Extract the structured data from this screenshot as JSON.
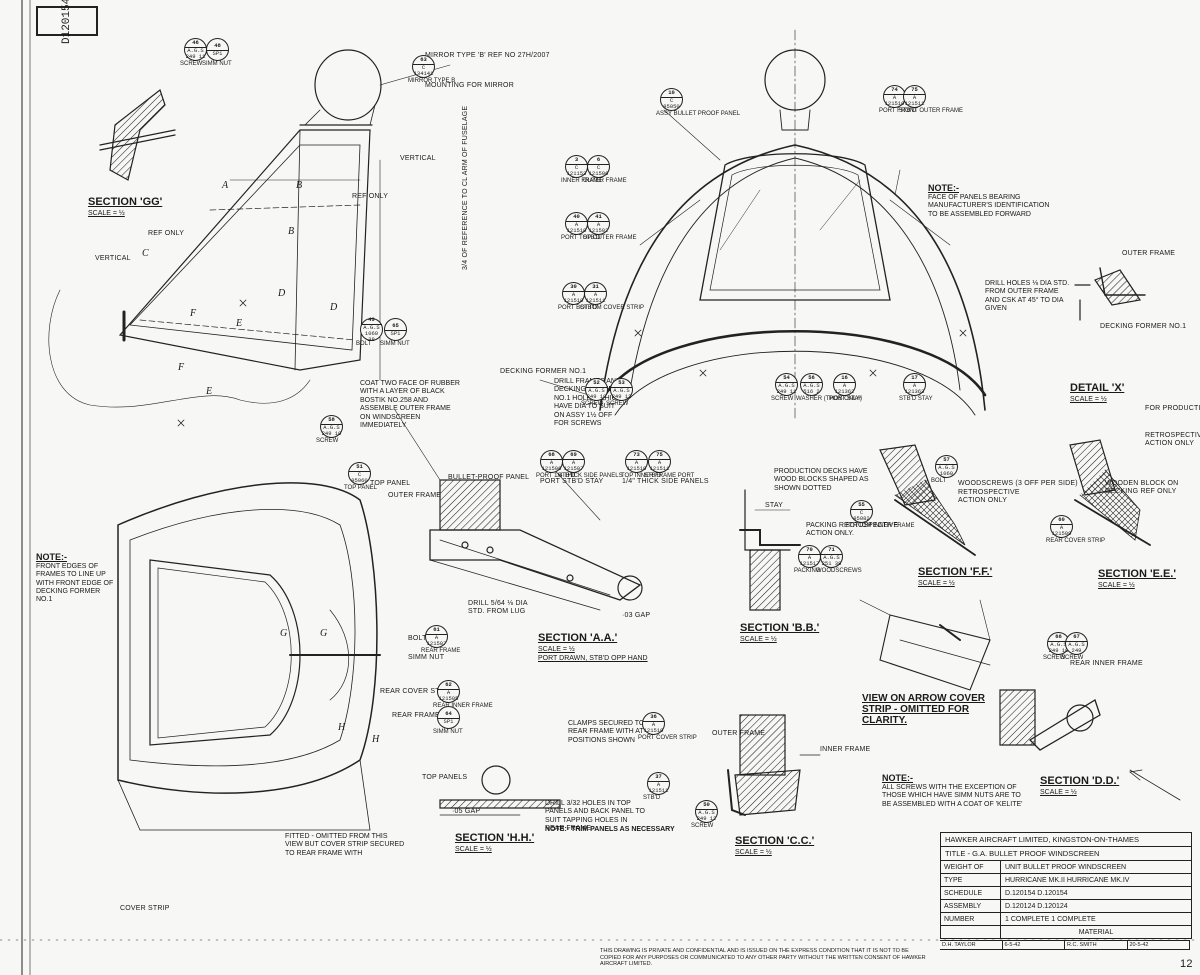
{
  "drawing_number": "D120154",
  "sections": [
    {
      "id": "sec-gg",
      "title": "SECTION 'GG'",
      "scale": "SCALE = ½"
    },
    {
      "id": "sec-aa",
      "title": "SECTION 'A.A.'",
      "scale": "SCALE = ½",
      "note": "PORT DRAWN, STB'D OPP HAND"
    },
    {
      "id": "sec-bb",
      "title": "SECTION 'B.B.'",
      "scale": "SCALE = ½"
    },
    {
      "id": "sec-cc",
      "title": "SECTION 'C.C.'",
      "scale": "SCALE = ½"
    },
    {
      "id": "sec-hh",
      "title": "SECTION 'H.H.'",
      "scale": "SCALE = ½"
    },
    {
      "id": "sec-ff",
      "title": "SECTION 'F.F.'",
      "scale": "SCALE = ½"
    },
    {
      "id": "sec-ee",
      "title": "SECTION 'E.E.'",
      "scale": "SCALE = ½"
    },
    {
      "id": "sec-dd",
      "title": "SECTION 'D.D.'",
      "scale": "SCALE = ½"
    },
    {
      "id": "detail-x",
      "title": "DETAIL 'X'",
      "scale": "SCALE = ½"
    }
  ],
  "view_arrow": "VIEW ON ARROW COVER STRIP - OMITTED FOR CLARITY.",
  "notes": {
    "note1_title": "NOTE:-",
    "note1_text": "FRONT EDGES OF FRAMES TO LINE UP WITH FRONT EDGE OF DECKING FORMER NO.1",
    "note2_title": "NOTE:-",
    "note2_text": "FACE OF PANELS BEARING MANUFACTURER'S IDENTIFICATION TO BE ASSEMBLED FORWARD",
    "note3_title": "NOTE:-",
    "note3_text": "ALL SCREWS WITH THE EXCEPTION OF THOSE WHICH HAVE SIMM NUTS ARE TO BE ASSEMBLED WITH A COAT OF 'KELITE'",
    "note4_text": "NOTE:- TRIM PANELS AS NECESSARY",
    "coat": "COAT TWO FACE OF RUBBER WITH A LAYER OF BLACK BOSTIK NO.258 AND ASSEMBLE OUTER FRAME ON WINDSCREEN IMMEDIATELY",
    "drill_frames": "DRILL FRAMES AND DECKING FORMER NO.1 HOLES WHICH HAVE DIA TO SUIT ON ASSY 1½ OFF FOR SCREWS",
    "production": "PRODUCTION DECKS HAVE WOOD BLOCKS SHAPED AS SHOWN DOTTED",
    "packing": "PACKING RETROSPECTIVE ACTION ONLY.",
    "mirror": "MIRROR TYPE 'B' REF NO 27H/2007",
    "mounting": "MOUNTING FOR MIRROR",
    "drill_holes": "DRILL HOLES ⅛ DIA STD. FROM OUTER FRAME AND CSK AT 45° TO DIA GIVEN",
    "fitted": "FITTED - OMITTED FROM THIS VIEW BUT COVER STRIP SECURED TO REAR FRAME WITH",
    "clamps": "CLAMPS SECURED TO REAR FRAME WITH AT POSITIONS SHOWN",
    "drill_holes2": "DRILL 3/32 HOLES IN TOP PANELS AND BACK PANEL TO SUIT TAPPING HOLES IN REAR FRAME"
  },
  "labels": {
    "vertical": "VERTICAL",
    "vertical2": "VERTICAL",
    "ref_only": "REF ONLY",
    "ref_only2": "REF ONLY",
    "rear_ref": "3/4 OF REFERENCE TO CL ARM OF FUSELAGE",
    "outer_frame": "OUTER FRAME",
    "outer_frame2": "OUTER FRAME",
    "outer_frame3": "OUTER FRAME",
    "top_panel": "TOP PANEL",
    "top_panels": "TOP PANELS",
    "bullet_proof_panel": "BULLET-PROOF PANEL",
    "rear_inner_frame": "REAR INNER FRAME",
    "inner_frame": "INNER FRAME",
    "decking_former": "DECKING FORMER NO.1",
    "decking_former2": "DECKING FORMER NO.1",
    "drill_std": "DRILL 5/64 ⅛ DIA STD. FROM LUG",
    "gap": "·03 GAP",
    "gap2": "·05 GAP",
    "rear_cover_strip": "REAR COVER STRIP",
    "rear_frame": "REAR FRAME",
    "wooden_block": "WOODEN BLOCK ON DECKING REF ONLY",
    "for_production": "FOR PRODUCTION",
    "retrospective_only": "RETROSPECTIVE ACTION ONLY",
    "woodscrews": "WOODSCREWS (3 OFF PER SIDE)",
    "retro_action": "RETROSPECTIVE ACTION ONLY",
    "stay": "STAY",
    "port_stbd_stay": "PORT STB'D STAY",
    "thick_side_panels": "1/4\" THICK SIDE PANELS",
    "cover_strip": "COVER STRIP",
    "bolt": "BOLT",
    "simm_nut": "SIMM NUT"
  },
  "parts": [
    {
      "num": "46",
      "code": "A.G.S 249 11",
      "desc": "SCREW"
    },
    {
      "num": "48",
      "code": "SP1",
      "desc": "SIMM NUT"
    },
    {
      "num": "63",
      "code": "C 134141",
      "desc": "MIRROR TYPE B"
    },
    {
      "num": "10",
      "code": "C 95050",
      "desc": "ASSY BULLET PROOF PANEL"
    },
    {
      "num": "3",
      "code": "C 121153",
      "desc": "INNER FRAME"
    },
    {
      "num": "6",
      "code": "C 121506",
      "desc": "OUTER FRAME"
    },
    {
      "num": "40",
      "code": "A 121510",
      "desc": "PORT TOP OUTER FRAME"
    },
    {
      "num": "41",
      "code": "A 121502",
      "desc": "STB'D"
    },
    {
      "num": "30",
      "code": "A 121510",
      "desc": "PORT BOTTOM COVER STRIP"
    },
    {
      "num": "31",
      "code": "A 121511",
      "desc": "STB'D"
    },
    {
      "num": "74",
      "code": "A 121510",
      "desc": "PORT FRONT OUTER FRAME"
    },
    {
      "num": "75",
      "code": "A 121511",
      "desc": "STB'D"
    },
    {
      "num": "49",
      "code": "A.G.S 1060 38",
      "desc": "BOLT"
    },
    {
      "num": "65",
      "code": "SP1",
      "desc": "SIMM NUT"
    },
    {
      "num": "58",
      "code": "A.G.S 249 10",
      "desc": "SCREW"
    },
    {
      "num": "51",
      "code": "C 95060",
      "desc": "TOP PANEL"
    },
    {
      "num": "52",
      "code": "A.G.S 249 10",
      "desc": "SCREW"
    },
    {
      "num": "53",
      "code": "A.G.S 249 12",
      "desc": "SCREW"
    },
    {
      "num": "54",
      "code": "A.G.S 249 11",
      "desc": "SCREW"
    },
    {
      "num": "56",
      "code": "A.G.S 516 2",
      "desc": "WASHER (THOS ONLY)"
    },
    {
      "num": "16",
      "code": "A 121362",
      "desc": "PORT STAY"
    },
    {
      "num": "17",
      "code": "A 121363",
      "desc": "STB'D STAY"
    },
    {
      "num": "68",
      "code": "A 121506",
      "desc": "PORT 1/4 THICK SIDE PANELS"
    },
    {
      "num": "69",
      "code": "A 121507",
      "desc": "STB'D"
    },
    {
      "num": "73",
      "code": "A 121510",
      "desc": "TOP INNER FRAME PORT"
    },
    {
      "num": "75",
      "code": "A 121511",
      "desc": "STB'D"
    },
    {
      "num": "70",
      "code": "A 121517",
      "desc": "PACKING"
    },
    {
      "num": "71",
      "code": "A.G.S 251 38",
      "desc": "WOODSCREWS"
    },
    {
      "num": "55",
      "code": "C 95082",
      "desc": "BOTTOM INNER FRAME"
    },
    {
      "num": "57",
      "code": "A.G.S 1060",
      "desc": "BOLT"
    },
    {
      "num": "60",
      "code": "A 121509",
      "desc": "REAR COVER STRIP"
    },
    {
      "num": "61",
      "code": "A 121507",
      "desc": "REAR FRAME"
    },
    {
      "num": "62",
      "code": "A 121505",
      "desc": "REAR INNER FRAME"
    },
    {
      "num": "64",
      "code": "SP1",
      "desc": "SIMM NUT"
    },
    {
      "num": "66",
      "code": "A.G.S 249 10",
      "desc": "SCREW"
    },
    {
      "num": "67",
      "code": "A.G.S 249",
      "desc": "SCREW"
    },
    {
      "num": "36",
      "code": "A 121510",
      "desc": "PORT COVER STRIP"
    },
    {
      "num": "37",
      "code": "A 121511",
      "desc": "STB'D"
    },
    {
      "num": "50",
      "code": "A.G.S 249 12",
      "desc": "SCREW"
    }
  ],
  "section_letters": [
    "A",
    "B",
    "B",
    "C",
    "D",
    "D",
    "E",
    "E",
    "F",
    "F",
    "G",
    "G",
    "H",
    "H"
  ],
  "title_block": {
    "company": "HAWKER AIRCRAFT LIMITED, KINGSTON-ON-THAMES",
    "title": "TITLE - G.A. BULLET PROOF WINDSCREEN",
    "rows": [
      {
        "k": "WEIGHT OF",
        "v": "UNIT BULLET PROOF WINDSCREEN"
      },
      {
        "k": "TYPE",
        "v": "HURRICANE MK.II   HURRICANE MK.IV"
      },
      {
        "k": "SCHEDULE",
        "v": "D.120154    D.120154"
      },
      {
        "k": "ASSEMBLY",
        "v": "D.120124    D.120124"
      },
      {
        "k": "NUMBER",
        "v": "1 COMPLETE    1 COMPLETE"
      },
      {
        "k": "",
        "v": "MATERIAL"
      }
    ],
    "signatures": [
      "D.H. TAYLOR",
      "6-5-42",
      "R.C. SMITH",
      "20-5-42"
    ],
    "sheet_ref": "12"
  },
  "footer_text": "THIS DRAWING IS PRIVATE AND CONFIDENTIAL AND IS ISSUED ON THE EXPRESS CONDITION THAT IT IS NOT TO BE COPIED FOR ANY PURPOSES OR COMMUNICATED TO ANY OTHER PARTY WITHOUT THE WRITTEN CONSENT OF HAWKER AIRCRAFT LIMITED."
}
